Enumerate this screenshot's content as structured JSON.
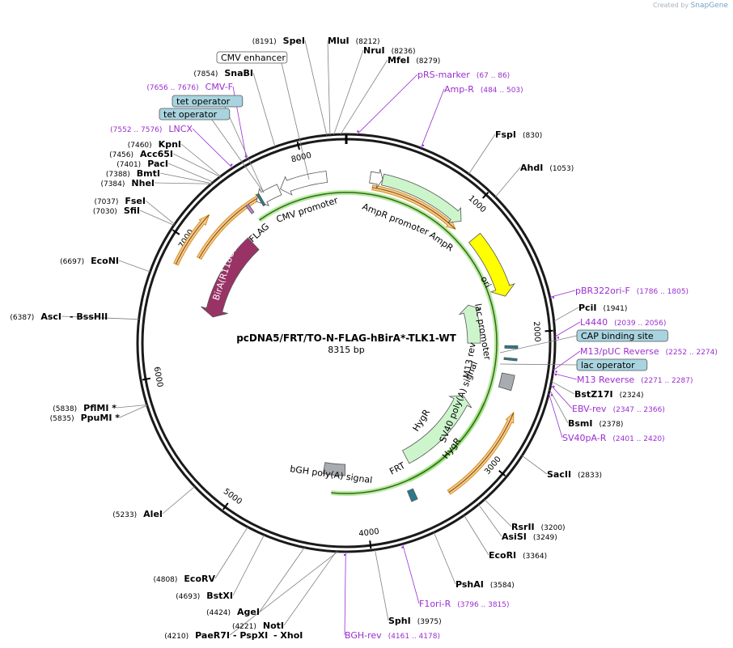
{
  "credit": {
    "prefix": "Created by",
    "brand": "SnapGene"
  },
  "plasmid": {
    "name": "pcDNA5/FRT/TO-N-FLAG-hBirA*-TLK1-WT",
    "size_label": "8315 bp",
    "length": 8315
  },
  "ruler_ticks": [
    "1000",
    "2000",
    "3000",
    "4000",
    "5000",
    "6000",
    "7000",
    "8000"
  ],
  "features": [
    {
      "name": "CMV enhancer",
      "start": 7780,
      "end": 8160,
      "color": "#ffffff"
    },
    {
      "name": "CMV promoter",
      "start": 7566,
      "end": 7770,
      "color": "#ffffff"
    },
    {
      "name": "tet operator",
      "start": 7595,
      "end": 7614,
      "color": "#2b7a8c"
    },
    {
      "name": "FLAG",
      "start": 7479,
      "end": 7502,
      "color": "#c080d0"
    },
    {
      "name": "BirA(R118G)",
      "start": 6490,
      "end": 7320,
      "color": "#993366"
    },
    {
      "name": "AmpR promoter",
      "start": 190,
      "end": 290,
      "color": "#ffffff"
    },
    {
      "name": "AmpR",
      "start": 290,
      "end": 1000,
      "color": "#ccf5cc"
    },
    {
      "name": "ori",
      "start": 1170,
      "end": 1700,
      "color": "#ffff00"
    },
    {
      "name": "lac promoter",
      "start": 2080,
      "end": 2110,
      "color": "#ffffff"
    },
    {
      "name": "CAP binding site",
      "start": 2100,
      "end": 2122,
      "color": "#2b7a8c"
    },
    {
      "name": "lac operator",
      "start": 2200,
      "end": 2217,
      "color": "#2b7a8c"
    },
    {
      "name": "M13 rev",
      "start": 2230,
      "end": 2260,
      "color": "#ffffff"
    },
    {
      "name": "SV40 poly(A) signal",
      "start": 2330,
      "end": 2450,
      "color": "#a8acb0"
    },
    {
      "name": "HygR",
      "start": 2640,
      "end": 3520,
      "color": "#ccf5cc"
    },
    {
      "name": "HygR",
      "start": 1680,
      "end": 2080,
      "color": "#ccf5cc"
    },
    {
      "name": "FRT",
      "start": 3590,
      "end": 3640,
      "color": "#2b7a8c"
    },
    {
      "name": "bGH poly(A) signal",
      "start": 4170,
      "end": 4390,
      "color": "#a8acb0"
    }
  ],
  "orange_arcs": [
    [
      220,
      1010
    ],
    [
      2600,
      3360
    ],
    [
      6810,
      7230
    ],
    [
      6930,
      7660
    ]
  ],
  "green_arcs": [
    [
      7500,
      4290
    ],
    [
      2620,
      3590
    ]
  ],
  "sites_right": [
    {
      "name": "FspI",
      "pos": "(830)"
    },
    {
      "name": "AhdI",
      "pos": "(1053)"
    },
    {
      "name": "PciI",
      "pos": "(1941)"
    },
    {
      "name": "BstZ17I",
      "pos": "(2324)"
    },
    {
      "name": "BsmI",
      "pos": "(2378)"
    },
    {
      "name": "SacII",
      "pos": "(2833)"
    },
    {
      "name": "RsrII",
      "pos": "(3200)"
    },
    {
      "name": "AsiSI",
      "pos": "(3249)"
    },
    {
      "name": "EcoRI",
      "pos": "(3364)"
    },
    {
      "name": "PshAI",
      "pos": "(3584)"
    },
    {
      "name": "SphI",
      "pos": "(3975)"
    }
  ],
  "sites_left": [
    {
      "name": "SpeI",
      "pos": "(8191)"
    },
    {
      "name": "SnaBI",
      "pos": "(7854)"
    },
    {
      "name": "KpnI",
      "pos": "(7460)"
    },
    {
      "name": "Acc65I",
      "pos": "(7456)"
    },
    {
      "name": "PacI",
      "pos": "(7401)"
    },
    {
      "name": "BmtI",
      "pos": "(7388)"
    },
    {
      "name": "NheI",
      "pos": "(7384)"
    },
    {
      "name": "FseI",
      "pos": "(7037)"
    },
    {
      "name": "SfiI",
      "pos": "(7030)"
    },
    {
      "name": "EcoNI",
      "pos": "(6697)"
    },
    {
      "name": "AscI",
      "pos": "(6387)"
    },
    {
      "name": "BssHII",
      "pos": ""
    },
    {
      "name": "PflMI *",
      "pos": "(5838)"
    },
    {
      "name": "PpuMI *",
      "pos": "(5835)"
    },
    {
      "name": "AleI",
      "pos": "(5233)"
    },
    {
      "name": "EcoRV",
      "pos": "(4808)"
    },
    {
      "name": "BstXI",
      "pos": "(4693)"
    },
    {
      "name": "AgeI",
      "pos": "(4424)"
    },
    {
      "name": "NotI",
      "pos": "(4221)"
    },
    {
      "name": "PaeR7I",
      "pos": "(4210)"
    },
    {
      "name": "PspXI",
      "pos": ""
    },
    {
      "name": "XhoI",
      "pos": ""
    }
  ],
  "sites_top": [
    {
      "name": "MluI",
      "pos": "(8212)"
    },
    {
      "name": "NruI",
      "pos": "(8236)"
    },
    {
      "name": "MfeI",
      "pos": "(8279)"
    }
  ],
  "primers": [
    {
      "name": "pRS-marker",
      "range": "(67 .. 86)"
    },
    {
      "name": "Amp-R",
      "range": "(484 .. 503)"
    },
    {
      "name": "pBR322ori-F",
      "range": "(1786 .. 1805)"
    },
    {
      "name": "L4440",
      "range": "(2039 .. 2056)"
    },
    {
      "name": "M13/pUC Reverse",
      "range": "(2252 .. 2274)"
    },
    {
      "name": "M13 Reverse",
      "range": "(2271 .. 2287)"
    },
    {
      "name": "EBV-rev",
      "range": "(2347 .. 2366)"
    },
    {
      "name": "SV40pA-R",
      "range": "(2401 .. 2420)"
    },
    {
      "name": "F1ori-R",
      "range": "(3796 .. 3815)"
    },
    {
      "name": "BGH-rev",
      "range": "(4161 .. 4178)"
    },
    {
      "name": "CMV-F",
      "range": "(7656 .. 7676)"
    },
    {
      "name": "LNCX",
      "range": "(7552 .. 7576)"
    }
  ],
  "boxed_labels": [
    "CMV enhancer",
    "tet operator",
    "tet operator",
    "CAP binding site",
    "lac operator"
  ],
  "colors": {
    "primer": "#9a2ed0",
    "backbone": "#1a1a1a",
    "box_fill": "#a8d4e0",
    "orange": "#f0a030",
    "green": "#5bd23a"
  }
}
